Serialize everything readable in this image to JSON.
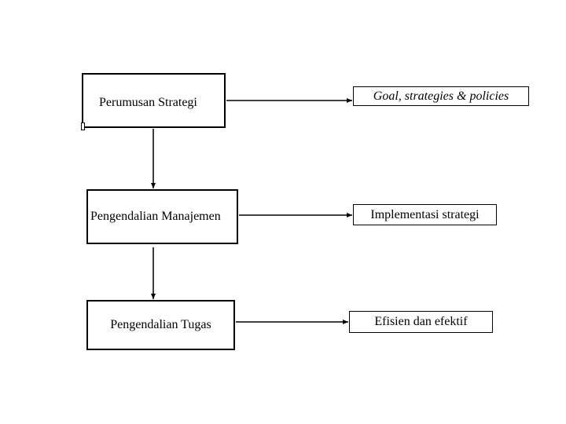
{
  "left_column": {
    "strategy": "Perumusan Strategi",
    "management": "Pengendalian Manajemen",
    "task": "Pengendalian Tugas"
  },
  "right_column": {
    "goal": "Goal, strategies & policies",
    "implementation": "Implementasi strategi",
    "efficiency": "Efisien dan efektif"
  }
}
